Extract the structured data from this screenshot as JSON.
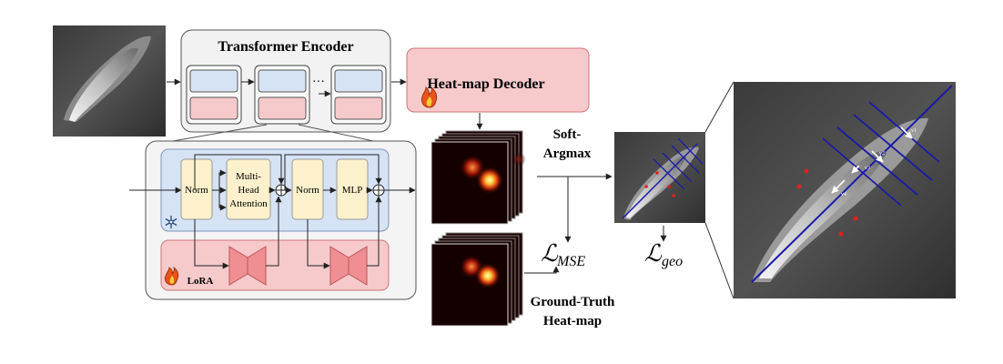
{
  "encoder": {
    "title": "Transformer Encoder",
    "ellipsis": "···"
  },
  "decoder": {
    "title": "Heat-map Decoder"
  },
  "block": {
    "norm1": "Norm",
    "attention": [
      "Multi-",
      "Head",
      "Attention"
    ],
    "norm2": "Norm",
    "mlp": "MLP",
    "lora": "LoRA",
    "add_symbol": "⊕"
  },
  "soft_argmax": [
    "Soft-",
    "Argmax"
  ],
  "losses": {
    "mse_symbol": "ℒ",
    "mse_sub": "MSE",
    "geo_symbol": "ℒ",
    "geo_sub": "geo"
  },
  "ground_truth": [
    "Ground-Truth",
    "Heat-map"
  ],
  "vector_labels": [
    "v1",
    "v2",
    "v3",
    "v4"
  ],
  "colors": {
    "blue_box": "#d6e3f5",
    "red_box": "#f6c9cb",
    "yellow_box": "#fcf1cc",
    "decoder_fill": "#f6c9cb",
    "line_blue": "#1a1aa6",
    "landmark_red": "#e02020"
  },
  "icons": {
    "trainable": "flame-icon",
    "frozen": "snowflake-icon"
  }
}
